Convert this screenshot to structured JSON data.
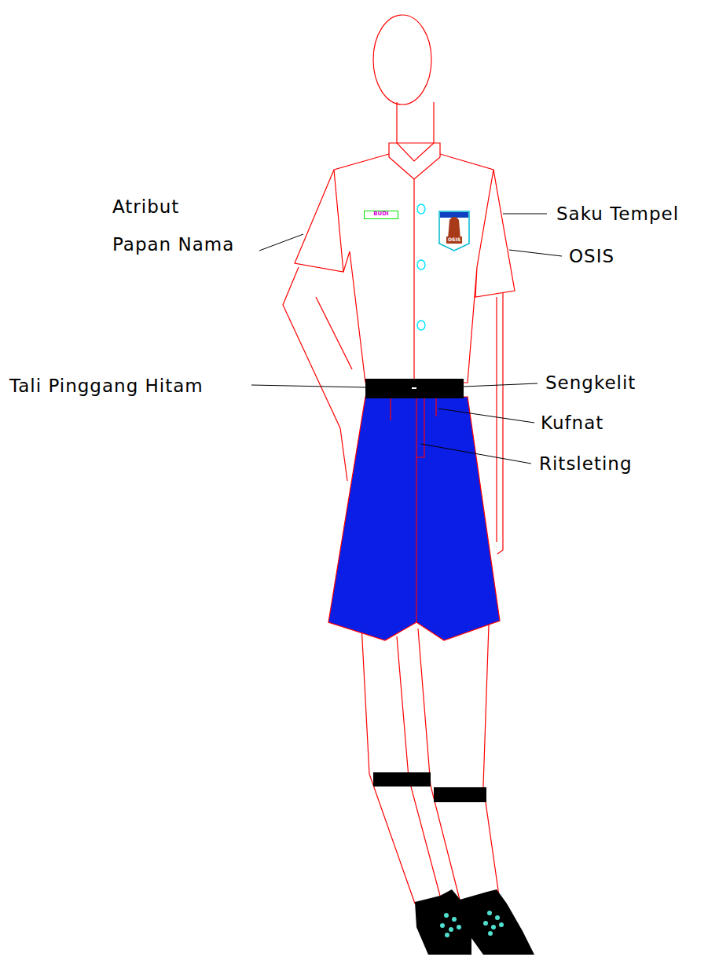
{
  "diagram": {
    "nodes": [
      {
        "text": [
          "BUDI"
        ]
      },
      {
        "text": [
          "OSIS"
        ]
      }
    ],
    "labels": [
      "Atribut",
      "Papan Nama",
      "Saku Tempel",
      "OSIS",
      "Tali Pinggang Hitam",
      "Sengkelit",
      "Kufnat",
      "Ritsleting"
    ]
  }
}
